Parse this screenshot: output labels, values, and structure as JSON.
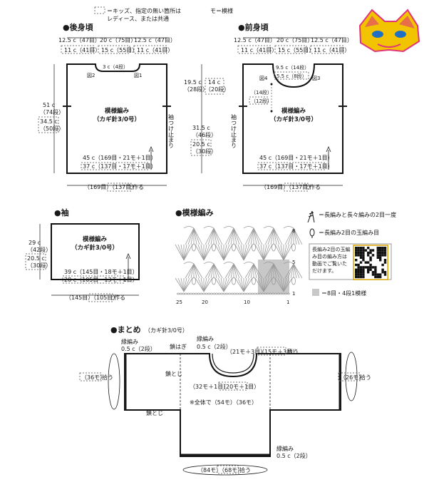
{
  "legend": {
    "kids_note_line1": "＝キッズ、指定の無い箇所は",
    "kids_note_line2": "レディース、または共通",
    "mo_note": "モ＝模様"
  },
  "back": {
    "title": "●後身頃",
    "top_adult": [
      "12.5 c（47目）",
      "20 c（75目）",
      "12.5 c（47目）"
    ],
    "top_kids": [
      "11 c（41目）",
      "15 c（55目）",
      "11 c（41目）"
    ],
    "neck_depth": "3 c（4段）",
    "fig1": "図1",
    "fig2": "図2",
    "height_adult": "51 c",
    "height_adult_rows": "（74段）",
    "height_kids": "34.5 c",
    "height_kids_rows": "（50段）",
    "body_label_1": "模様編み",
    "body_label_2": "（カギ針3/0号）",
    "sleeve_mark": "袖つけ止まり",
    "hem_adult": "45 c（169目・21モ＋1目）",
    "hem_kids": "37 c（137目・17モ＋1目）",
    "foundation_adult": "（169目）",
    "foundation_kids": "（137目）",
    "foundation_suffix": "作る"
  },
  "middle": {
    "neck_adult": "19.5 c",
    "neck_adult_rows": "（28段）",
    "neck_kids": "14 c",
    "neck_kids_rows": "（20段）",
    "side_adult": "31.5 c",
    "side_adult_rows": "（46段）",
    "side_kids": "20.5 c",
    "side_kids_rows": "（30段）"
  },
  "front": {
    "title": "●前身頃",
    "top_adult": [
      "12.5 c（47目）",
      "20 c（75目）",
      "12.5 c（47目）"
    ],
    "top_kids": [
      "11 c（41目）",
      "15 c（55目）",
      "11 c（41目）"
    ],
    "neck_adult": "9.5 c（14段）",
    "neck_kids": "5.5 c（8段）",
    "fig3": "図3",
    "fig4": "図4",
    "rows_adult": "（14段）",
    "rows_kids": "（12段）",
    "body_label_1": "模様編み",
    "body_label_2": "（カギ針3/0号）",
    "sleeve_mark": "袖つけ止まり",
    "hem_adult": "45 c（169目・21モ＋1目）",
    "hem_kids": "37 c（137目・17モ＋1目）",
    "foundation_adult": "（169目）",
    "foundation_kids": "（137目）",
    "foundation_suffix": "作る"
  },
  "sleeve": {
    "title": "●袖",
    "height_adult": "29 c",
    "height_adult_rows": "（42段）",
    "height_kids": "20.5 c",
    "height_kids_rows": "（30段）",
    "body_label_1": "模様編み",
    "body_label_2": "（カギ針3/0号）",
    "hem_adult": "39 c（145目・18モ＋1目）",
    "hem_kids": "28 c（105目・13モ＋1目）",
    "foundation_adult": "（145目）",
    "foundation_kids": "（105目）",
    "foundation_suffix": "作る"
  },
  "pattern": {
    "title": "●模様編み",
    "row_labels": [
      "8",
      "5",
      "1"
    ],
    "col_labels": [
      "25",
      "20",
      "10",
      "1"
    ],
    "symbol1": "＝長編みと長々編みの2目一度",
    "symbol2": "＝長編み2目の玉編み目",
    "shade_note": "＝8目・4段1模様",
    "qr_text_1": "長編み2目の玉編",
    "qr_text_2": "み目の編み方は",
    "qr_text_3": "動画でご覧いた",
    "qr_text_4": "だけます。"
  },
  "finish": {
    "title": "●まとめ",
    "title_hook": "（カギ針3/0号）",
    "edge_left_1": "縁編み",
    "edge_left_2": "0.5 c（2段）",
    "chain_join_top": "鎖はぎ",
    "chain_close_1": "鎖とじ",
    "chain_close_2": "鎖とじ",
    "neck_edge_1": "縁編み",
    "neck_edge_2": "0.5 c（2段）",
    "neck_count_front_adult": "（21モ＋3目）",
    "neck_count_front_kids": "（15モ＋3目）",
    "neck_count_back_adult": "（32モ＋1目）",
    "neck_count_back_kids": "（20モ＋1目）",
    "total_note": "※全体で（54モ）（36モ）",
    "left_cuff_count": "（36モ）",
    "left_cuff_pick": "拾う",
    "right_cuff_count": "（26モ）",
    "right_cuff_pick": "拾う",
    "bottom_edge_1": "縁編み",
    "bottom_edge_2": "0.5 c（2段）",
    "hem_count_adult": "（84モ）",
    "hem_count_kids": "（68モ）",
    "hem_pick": "拾う",
    "neck_pick": "拾う"
  },
  "colors": {
    "ink": "#1a1a1a",
    "shade": "#c8c8c8",
    "mask_yellow": "#f2c400",
    "mask_pink": "#e0357a",
    "mask_blue": "#1f6fc2"
  }
}
